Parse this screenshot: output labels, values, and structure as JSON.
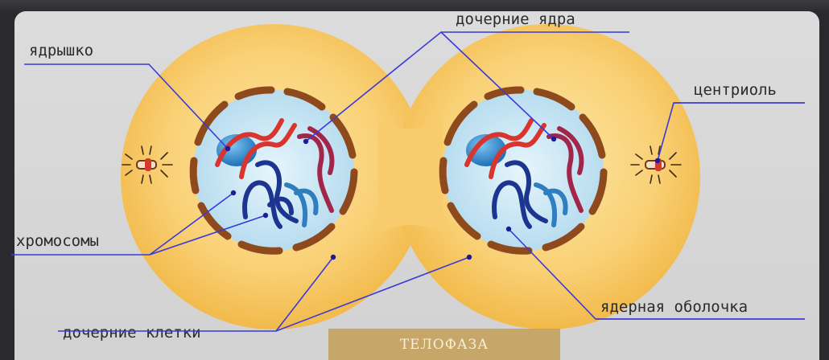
{
  "labels": {
    "nucleolus": "ядрышко",
    "daughter_nuclei": "дочерние ядра",
    "centriole": "центриоль",
    "chromosomes": "хромосомы",
    "nuclear_envelope": "ядерная оболочка",
    "daughter_cells": "дочерние клетки"
  },
  "phase_title": "ТЕЛОФАЗА",
  "colors": {
    "cytoplasm": "#f7c55a",
    "nucleus": "#c9e7f4",
    "envelope": "#8e4a1c",
    "chromosome_red": "#d9342e",
    "chromosome_maroon": "#a2264a",
    "chromosome_navy": "#1c3590",
    "chromosome_blue": "#2f7ec0",
    "leader_line": "#3a3ad8",
    "phase_box": "#c7a769"
  }
}
